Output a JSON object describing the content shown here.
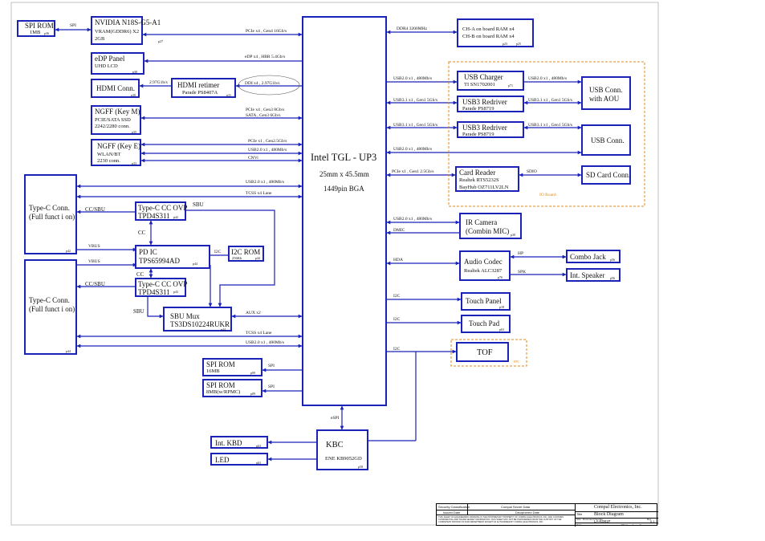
{
  "colors": {
    "block_border": "#1a22b8",
    "line": "#1a22b8",
    "board_outline": "#e08a1a"
  },
  "blocks": {
    "spi_rom_top": {
      "title": "SPI ROM",
      "sub": "1MB",
      "page": "p36"
    },
    "nvidia": {
      "title": "NVIDIA N18S-G5-A1",
      "line2": "VRAM(GDDR6) X2",
      "line3": "2GB",
      "page": "p27"
    },
    "edp": {
      "title": "eDP Panel",
      "sub": "UHD LCD",
      "page": "p30"
    },
    "hdmi_conn": {
      "title": "HDMI Conn.",
      "page": "p30"
    },
    "hdmi_retimer": {
      "title": "HDMI retimer",
      "sub": "Parade PS8407A",
      "page": "p31"
    },
    "ngff_m": {
      "title": "NGFF (Key M)",
      "line2": "PCIE/SATA SSD",
      "line3": "2242/2280 conn.",
      "page": "p35"
    },
    "ngff_e": {
      "title": "NGFF (Key E)",
      "line2": "WLAN/BT",
      "line3": "2230 conn.",
      "page": "p33"
    },
    "typec_1": {
      "title": "Type-C Conn.",
      "sub": "(Full funct i on)",
      "page": "p42"
    },
    "typec_2": {
      "title": "Type-C Conn.",
      "sub": "(Full funct i on)",
      "page": "p44"
    },
    "ovp_1": {
      "title": "Type-C CC OVP",
      "sub": "TPD4S311",
      "page": "p42"
    },
    "ovp_2": {
      "title": "Type-C CC OVP",
      "sub": "TPD4S311",
      "page": "p43"
    },
    "pd_ic": {
      "title": "PD IC",
      "sub": "TPS65994AD",
      "page": "p44"
    },
    "i2c_rom": {
      "title": "I2C ROM",
      "sub": "256Kb",
      "page": "p44"
    },
    "sbu_mux": {
      "title": "SBU Mux",
      "sub": "TS3DS10224RUKR",
      "page": "p44"
    },
    "spi_rom_16": {
      "title": "SPI ROM",
      "sub": "16MB",
      "page": "p09"
    },
    "spi_rom_8": {
      "title": "SPI ROM",
      "sub": "8MB(w/RPMC)",
      "page": "p09"
    },
    "cpu": {
      "title": "Intel TGL - UP3",
      "line2": "25mm x 45.5mm",
      "line3": "1449pin BGA"
    },
    "ram": {
      "line1": "CH-A on board RAM x4",
      "line2": "CH-B on board RAM x4",
      "page1": "p23",
      "page2": "p25"
    },
    "usb_charger": {
      "title": "USB Charger",
      "sub": "TI SN1702001",
      "page": "p71"
    },
    "redriver_1": {
      "title": "USB3 Redriver",
      "sub": "Parade PS8719"
    },
    "redriver_2": {
      "title": "USB3 Redriver",
      "sub": "Parade PS8719"
    },
    "usb_aou": {
      "title": "USB Conn.",
      "sub": "with AOU"
    },
    "usb_conn": {
      "title": "USB Conn."
    },
    "card_reader": {
      "title": "Card Reader",
      "line2": "Realtek RTS5232S",
      "line3": "BayHub OZ711LV2LN"
    },
    "sd_card": {
      "title": "SD Card Conn."
    },
    "io_board": {
      "label": "IO Board"
    },
    "ir_camera": {
      "title": "IR Camera",
      "sub": "(Combin MIC)",
      "page": "p30"
    },
    "audio": {
      "title": "Audio Codec",
      "sub": "Realtek ALC3287",
      "page": "p76"
    },
    "combo_jack": {
      "title": "Combo Jack",
      "page": "p56"
    },
    "speaker": {
      "title": "Int. Speaker",
      "page": "p56"
    },
    "touch_panel": {
      "title": "Touch Panel",
      "page": "p18"
    },
    "touch_pad": {
      "title": "Touch Pad",
      "page": "p63"
    },
    "tof": {
      "title": "TOF",
      "page": "FPC"
    },
    "int_kbd": {
      "title": "Int. KBD",
      "page": "p63"
    },
    "led": {
      "title": "LED",
      "page": "p63"
    },
    "kbc": {
      "title": "KBC",
      "sub": "ENE KB9052GD",
      "page": "p58"
    }
  },
  "links": {
    "spi": "SPI",
    "pcie_x4_gen4": "PCIe x4 , Gen4 16Gb/s",
    "edp_hbr": "eDP x4 , HBR 5.4Gb/s",
    "hdmi_speed": "2.97G1b/s",
    "ddi": "DDI x4 , 2.97G1b/s",
    "pcie_gen3": "PCIe x4 , Gen3 8Gb/s",
    "sata_gen3": "SATA , Gen3 6Gb/s",
    "pcie_gen2": "PCIe x1 , Gen2.5Gb/s",
    "usb2_1": "USB2.0 x1 , 480Mb/s",
    "cnvi": "CNVi",
    "usb2_typec": "USB2.0 x1 , 480Mb/s",
    "tcss": "TCSS x4 Lane",
    "cc_sbu": "CC/SBU",
    "sbu": "SBU",
    "cc": "CC",
    "vbus": "VBUS",
    "i2c": "I2C",
    "aux": "AUX x2",
    "ddr4": "DDR4 3200MHz",
    "usb2_480": "USB2.0 x1 , 480Mb/s",
    "usb3_gen1": "USB3.1 x1 , Gen1 5Gb/s",
    "pcie_x1_card": "PCIe x1 , Gen1 2.5Gb/s",
    "sdio": "SDIO",
    "dmic": "DMIC",
    "hda": "HDA",
    "hp": "HP",
    "spk": "SPK",
    "espi": "eSPI"
  },
  "title_block": {
    "security": "Security Classification",
    "secret": "Compal Secret Data",
    "issued": "Issued Date",
    "deciphered": "Deciphered Date",
    "company": "Compal Electronics, Inc.",
    "title_label": "Title",
    "doc_title": "Block Diagram",
    "size": "Size",
    "doc_no_label": "Document Number",
    "doc_no": "LA-K081P",
    "rev": "Rev",
    "rev_val": "0.1",
    "date": "Date:",
    "sheet": "Sheet",
    "sheet_val": "1",
    "of": "of",
    "notice": "THIS SHEET OF ENGINEERING DRAWING IS THE PROPRIETARY PROPERTY OF COMPAL ELECTRONICS, INC. AND CONTAINS CONFIDENTIAL AND TRADE SECRET INFORMATION. THIS SHEET MAY NOT BE TRANSFERED FROM THE CUSTODY OF THE COMPETENT DIVISION OF R&D DEPARTMENT EXCEPT AS AUTHORIZED BY COMPAL ELECTRONICS, INC."
  }
}
